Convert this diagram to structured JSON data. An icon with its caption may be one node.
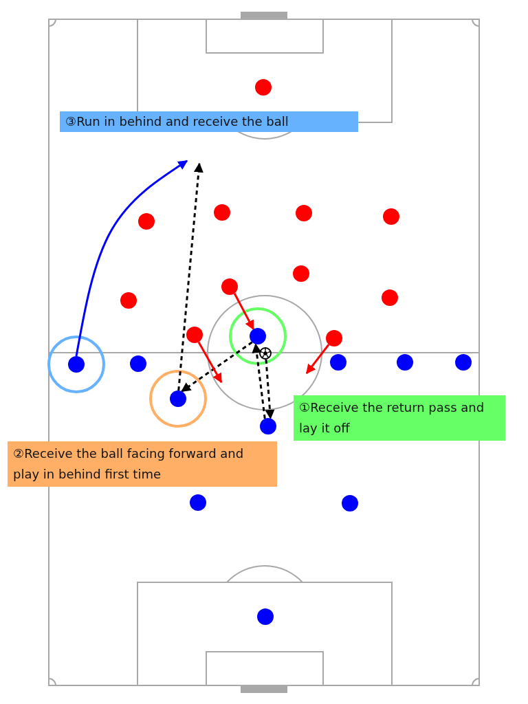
{
  "diagram": {
    "nodes": [
      {
        "text": [],
        "shape": "circle"
      },
      {
        "text": [
          "③Run in behind and receive the ball"
        ]
      },
      {
        "text": [],
        "shape": "circle"
      },
      {
        "text": [],
        "shape": "circle"
      },
      {
        "text": [],
        "shape": "circle"
      },
      {
        "text": [],
        "shape": "circle"
      },
      {
        "text": [],
        "shape": "circle"
      },
      {
        "text": [],
        "shape": "circle"
      },
      {
        "text": [],
        "shape": "circle"
      },
      {
        "text": [],
        "shape": "circle"
      },
      {
        "text": [],
        "shape": "circle"
      },
      {
        "text": [],
        "shape": "circle"
      },
      {
        "text": [],
        "shape": "circle"
      },
      {
        "text": [],
        "shape": "picture"
      },
      {
        "text": [],
        "shape": "circle"
      },
      {
        "text": [],
        "shape": "circle"
      },
      {
        "text": [],
        "shape": "circle"
      },
      {
        "text": [],
        "shape": "circle"
      },
      {
        "text": [],
        "shape": "circle"
      },
      {
        "text": [],
        "shape": "circle"
      },
      {
        "text": [
          "①Receive the return pass and lay it off"
        ]
      },
      {
        "text": [],
        "shape": "circle"
      },
      {
        "text": [
          "②Receive the ball facing forward and play in behind first time"
        ]
      },
      {
        "text": [],
        "shape": "circle"
      },
      {
        "text": [],
        "shape": "circle"
      },
      {
        "text": [],
        "shape": "circle"
      }
    ],
    "edges": [
      {
        "from": 14,
        "to": null,
        "arrow": "to",
        "color": "#0000ff"
      },
      {
        "from": 19,
        "to": null,
        "arrow": "to",
        "style": "dashed"
      },
      {
        "from": 11,
        "to": 19,
        "arrow": "to",
        "style": "dashed"
      },
      {
        "from": 21,
        "to": 11,
        "arrow": "to",
        "style": "dashed"
      },
      {
        "from": 13,
        "to": 21,
        "arrow": "to",
        "style": "dashed"
      },
      {
        "from": 7,
        "to": 11,
        "arrow": "to",
        "color": "#ff0000"
      },
      {
        "from": 10,
        "to": null,
        "arrow": "to",
        "color": "#ff0000"
      },
      {
        "from": 12,
        "to": null,
        "arrow": "to",
        "color": "#ff0000"
      }
    ]
  }
}
